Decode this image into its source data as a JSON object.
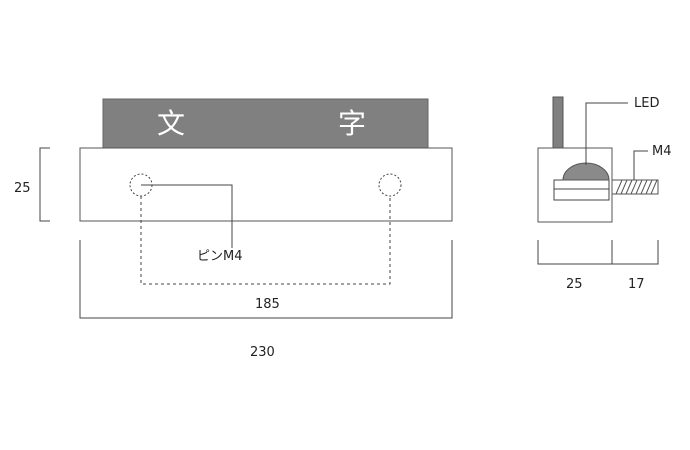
{
  "front_view": {
    "sign_chars": [
      "文",
      "字"
    ],
    "pin_label": "ピンM4",
    "dim_height": "25",
    "dim_pin_span": "185",
    "dim_width": "230"
  },
  "side_view": {
    "led_label": "LED",
    "screw_label": "M4",
    "dim_depth": "25",
    "dim_screw": "17"
  },
  "colors": {
    "line": "#444444",
    "sign_fill": "#808080",
    "led_fill": "#8a8a8a"
  }
}
